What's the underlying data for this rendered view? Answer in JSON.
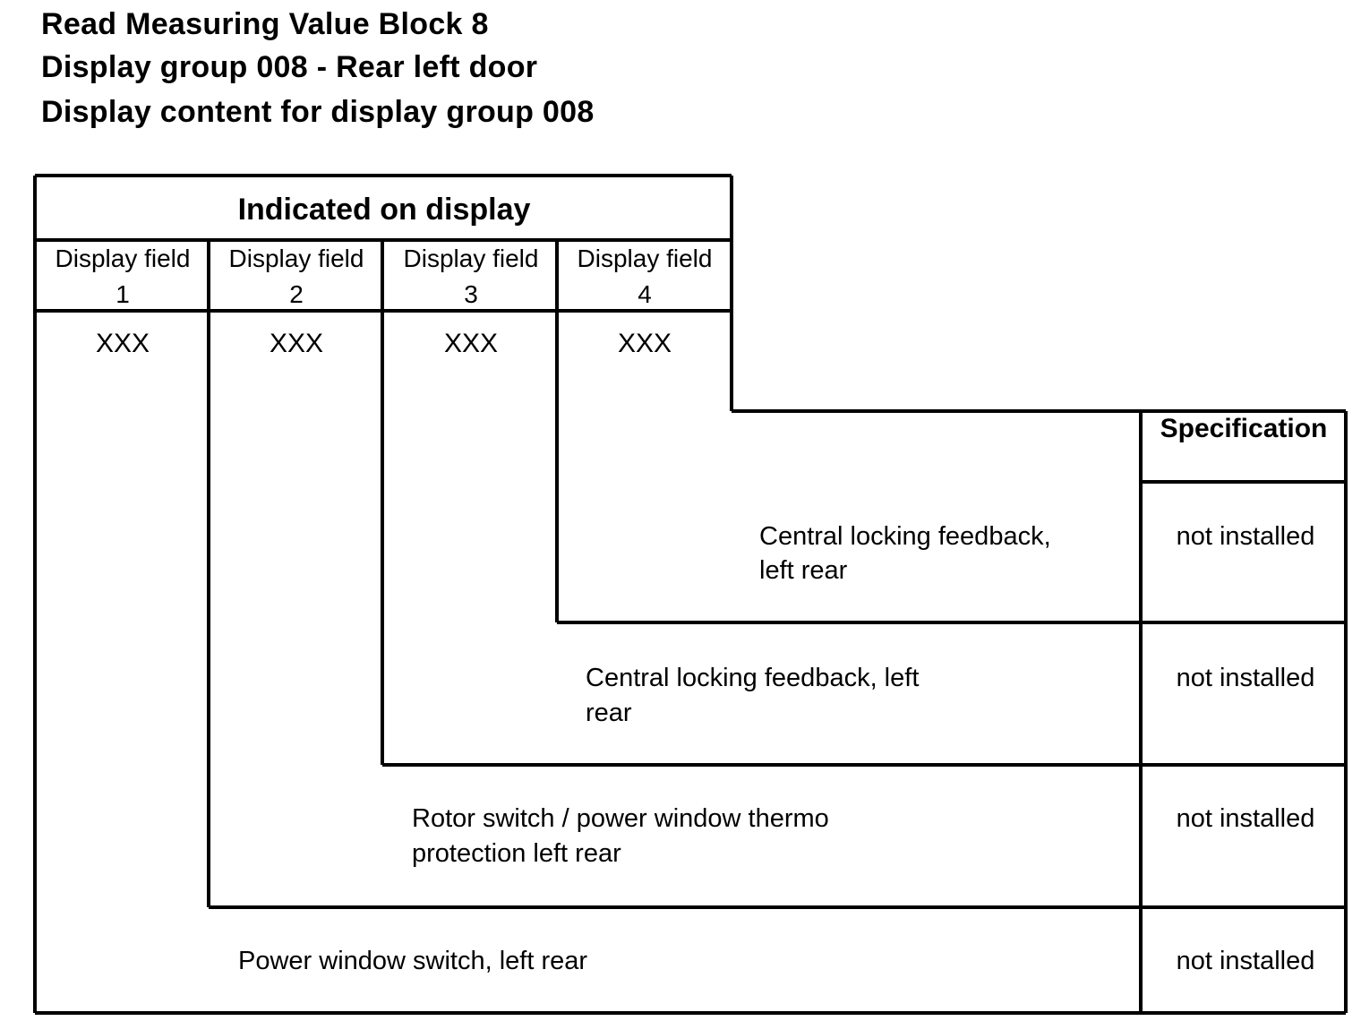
{
  "title_lines": [
    "Read  Measuring Value Block 8",
    "Display group 008 - Rear left door",
    "Display content for display group 008"
  ],
  "table": {
    "header": "Indicated on display",
    "columns": [
      {
        "line1": "Display field",
        "line2": "1",
        "value": "XXX"
      },
      {
        "line1": "Display field",
        "line2": "2",
        "value": "XXX"
      },
      {
        "line1": "Display field",
        "line2": "3",
        "value": "XXX"
      },
      {
        "line1": "Display field",
        "line2": "4",
        "value": "XXX"
      }
    ],
    "spec_header": "Specification",
    "rows": [
      {
        "desc_line1": "Central locking feedback,",
        "desc_line2": "left rear",
        "spec": "not installed"
      },
      {
        "desc_line1": "Central locking feedback, left",
        "desc_line2": "rear",
        "spec": "not installed"
      },
      {
        "desc_line1": "Rotor switch / power window thermo",
        "desc_line2": "protection left rear",
        "spec": "not installed"
      },
      {
        "desc_line1": "Power window switch, left rear",
        "desc_line2": "",
        "spec": "not installed"
      }
    ]
  }
}
